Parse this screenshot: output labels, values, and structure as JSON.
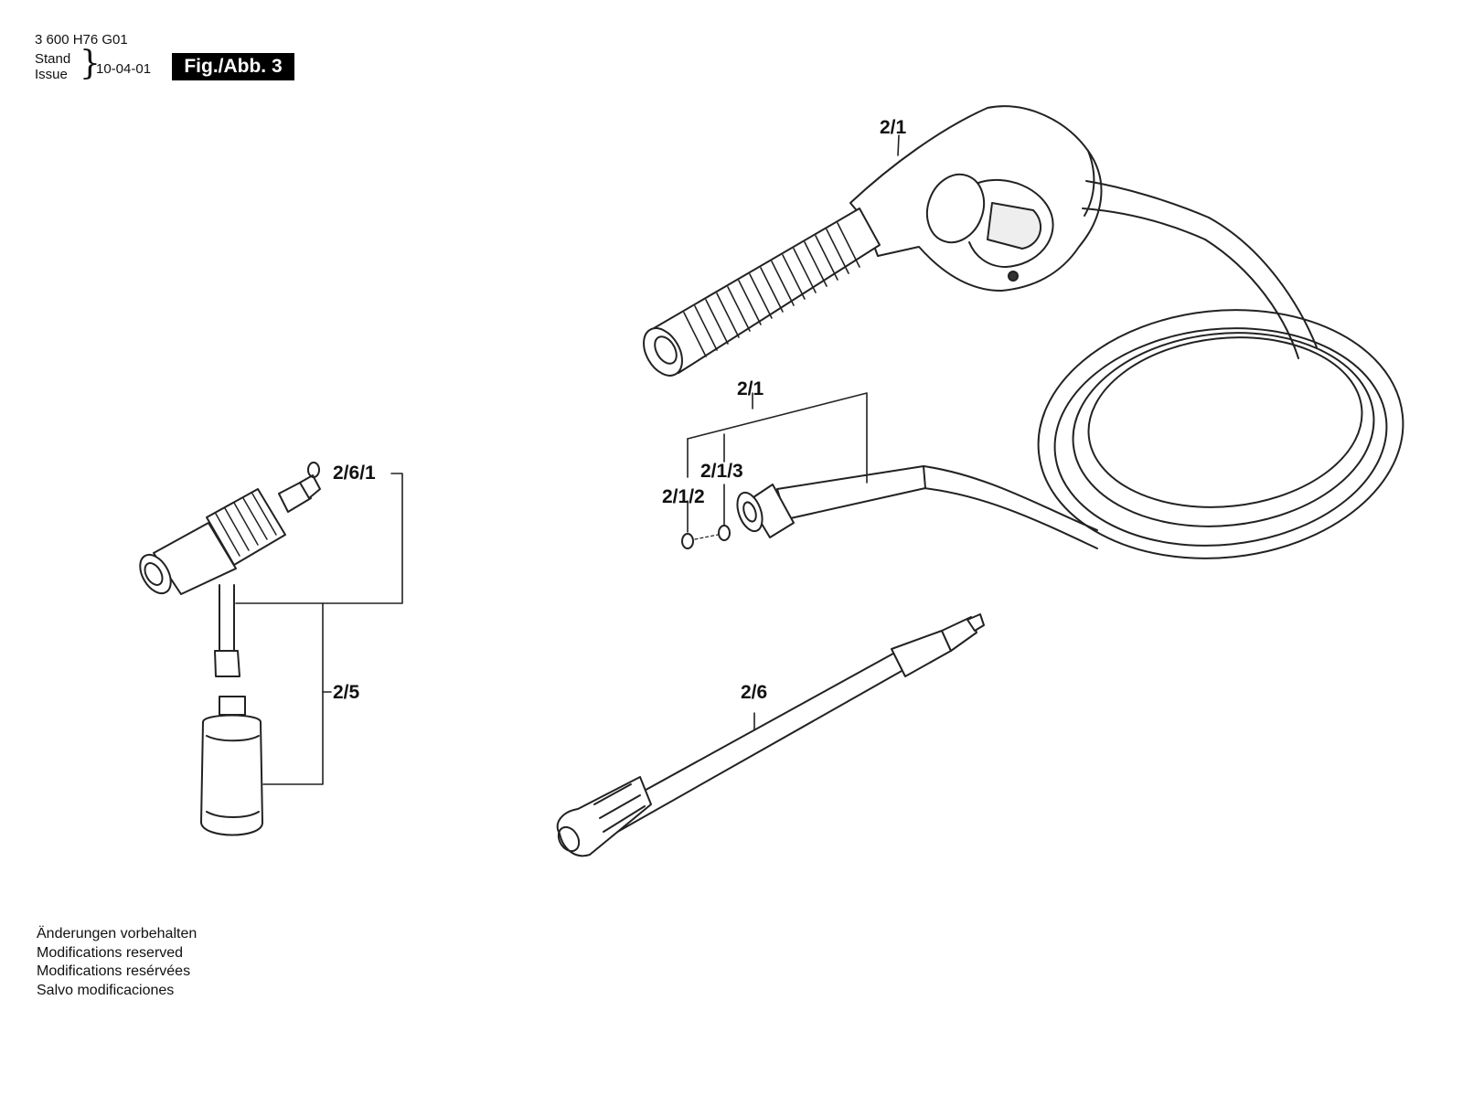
{
  "header": {
    "part_number": "3 600 H76 G01",
    "stand_label": "Stand",
    "issue_label": "Issue",
    "date": "10-04-01",
    "figure_label": "Fig./Abb. 3"
  },
  "callouts": {
    "gun_top": "2/1",
    "hose_group": "2/1",
    "oring_small": "2/1/2",
    "oring_large": "2/1/3",
    "foam_oring": "2/6/1",
    "foam_nozzle": "2/5",
    "lance": "2/6"
  },
  "notes": [
    "Änderungen vorbehalten",
    "Modifications reserved",
    "Modifications resérvées",
    "Salvo modificaciones"
  ]
}
